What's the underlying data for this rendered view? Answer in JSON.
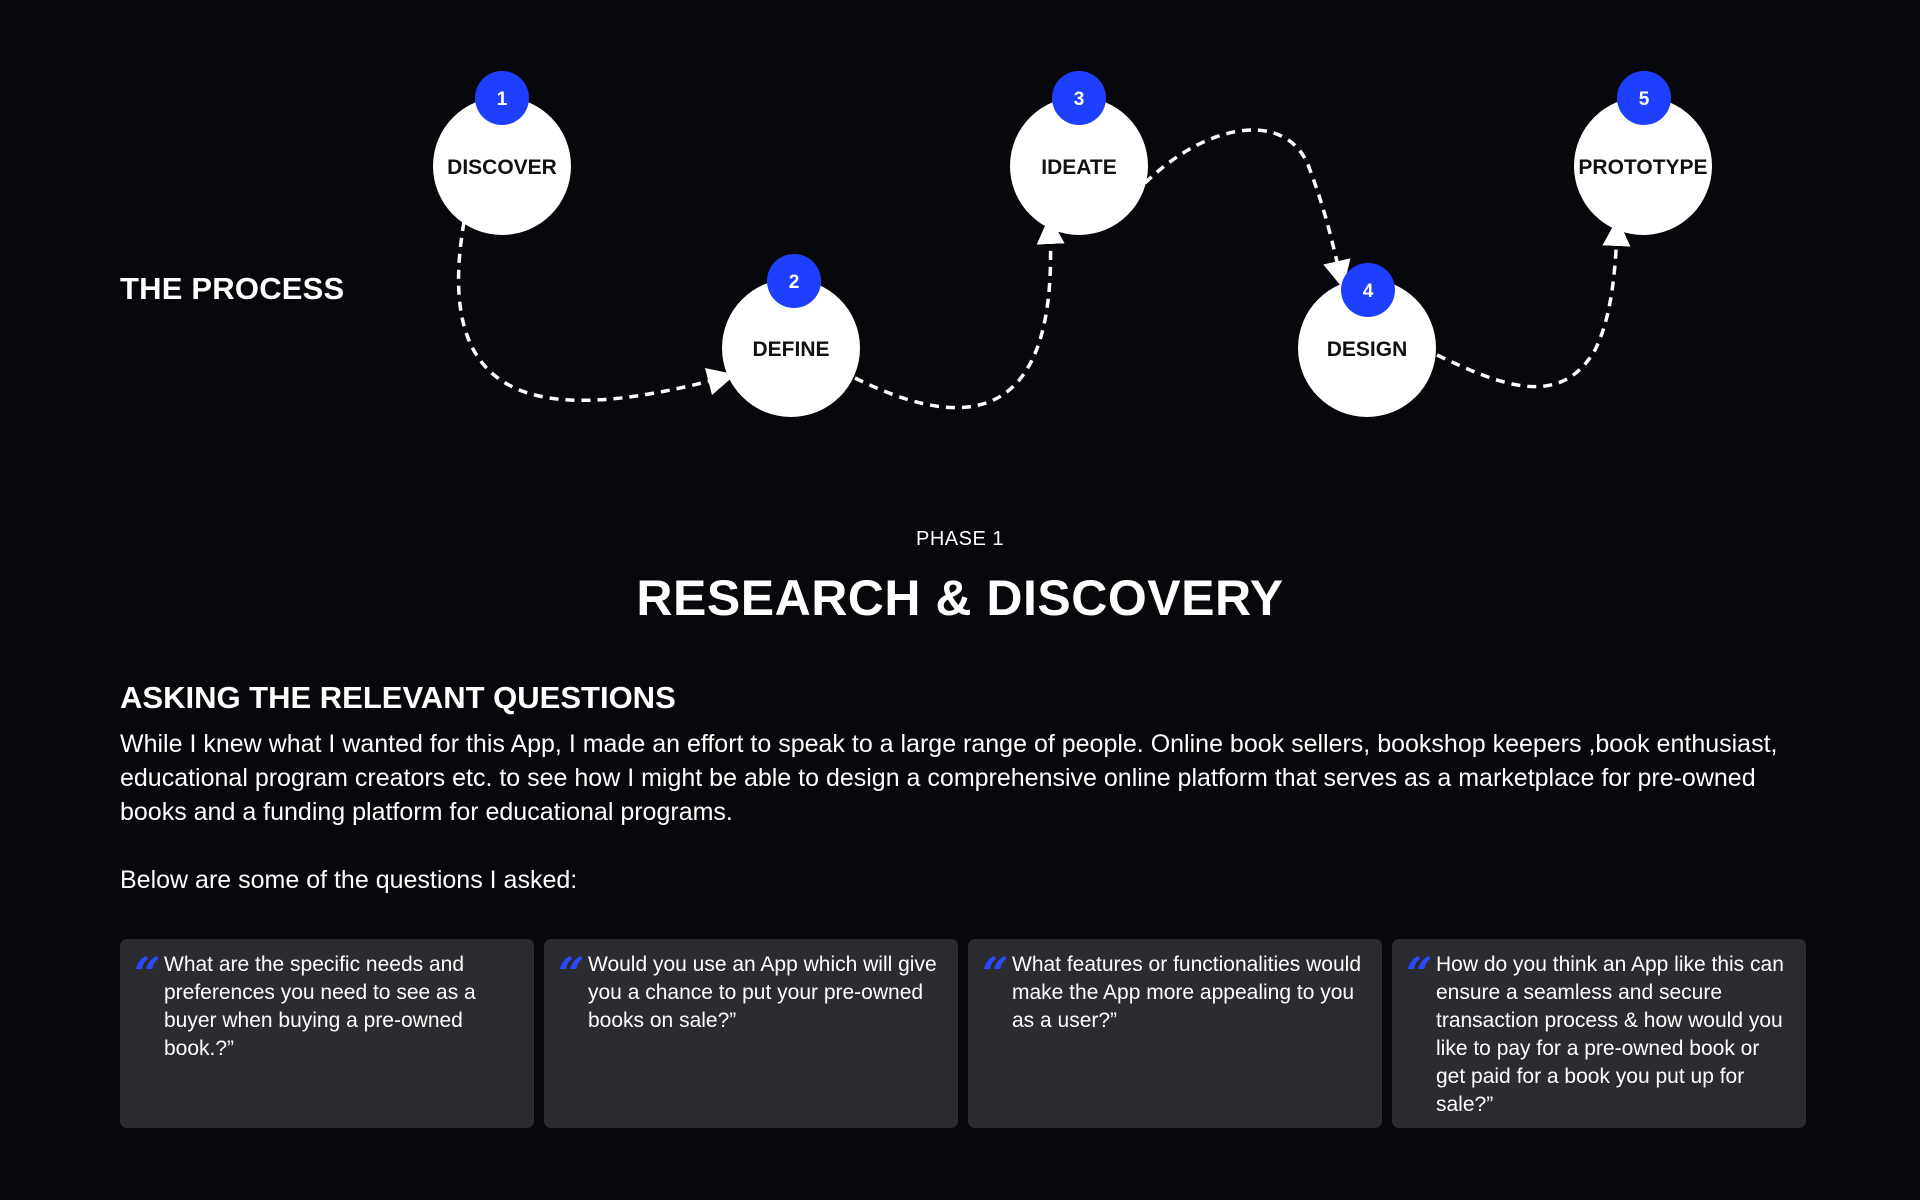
{
  "process": {
    "label": "THE PROCESS",
    "steps": [
      {
        "number": "1",
        "label": "DISCOVER"
      },
      {
        "number": "2",
        "label": "DEFINE"
      },
      {
        "number": "3",
        "label": "IDEATE"
      },
      {
        "number": "4",
        "label": "DESIGN"
      },
      {
        "number": "5",
        "label": "PROTOTYPE"
      }
    ]
  },
  "phase": {
    "subtitle": "PHASE 1",
    "title": "RESEARCH & DISCOVERY"
  },
  "section": {
    "heading": "ASKING THE RELEVANT QUESTIONS",
    "intro": "While I knew what I wanted for this App, I made an effort to speak to a large range of people. Online book sellers, bookshop keepers ,book enthusiast, educational program creators etc. to see how I might be able to design a comprehensive online platform that serves as a marketplace for pre-owned books and a funding platform for educational programs.",
    "lead": "Below are some of the questions I asked:"
  },
  "questions": [
    {
      "text": "What are the specific needs and preferences you need to see as a buyer when buying a  pre-owned book.?”"
    },
    {
      "text": "Would you use  an App which will give you a chance to put your pre-owned books on sale?”"
    },
    {
      "text": "What features or functionalities would make the App more appealing to you as a user?”"
    },
    {
      "text": "How do you think an App like this can ensure a seamless and secure transaction process & how would you like to pay for a pre-owned book or get paid for a book you put up for sale?”"
    }
  ],
  "colors": {
    "background": "#07080c",
    "accent": "#1f3fff",
    "card": "#2b2c30",
    "circle": "#ffffff"
  },
  "icons": {
    "quote": "opening-quote-icon",
    "connector": "dashed-arrow"
  }
}
